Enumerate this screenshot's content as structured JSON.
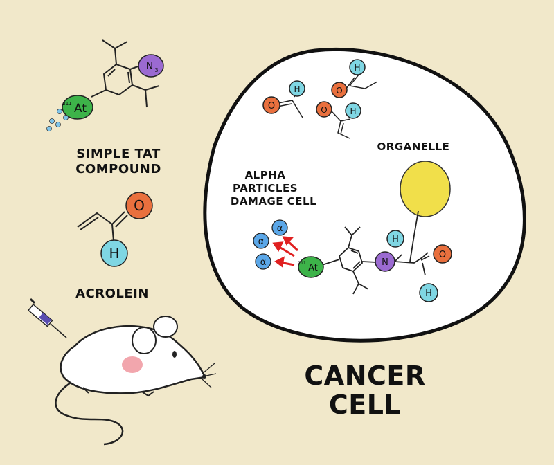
{
  "labels": {
    "tat_line1": "SIMPLE TAT",
    "tat_line2": "COMPOUND",
    "acrolein": "ACROLEIN",
    "organelle": "ORGANELLE",
    "alpha_line1": "ALPHA",
    "alpha_line2": "PARTICLES",
    "alpha_line3": "DAMAGE CELL",
    "cancer_line1": "CANCER",
    "cancer_line2": "CELL"
  },
  "atoms": {
    "oxygen": "O",
    "hydrogen": "H",
    "nitrogen": "N",
    "azide_n": "N",
    "azide_sub": "3",
    "astatine": "At",
    "astatine_mass": "211",
    "alpha": "α"
  },
  "colors": {
    "background": "#f1e8ca",
    "oxygen": "#e9703e",
    "hydrogen": "#7fd6e3",
    "nitrogen": "#9b6ad1",
    "astatine": "#3db349",
    "alpha": "#5ba7e8",
    "organelle": "#f1df4a",
    "arrow": "#e02020",
    "mouse_cheek": "#f2a6ad",
    "syringe_fluid": "#5a4db0"
  }
}
